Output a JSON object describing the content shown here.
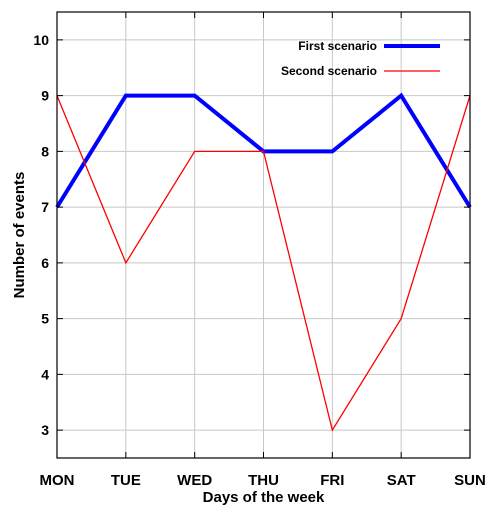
{
  "chart_data": {
    "type": "line",
    "categories": [
      "MON",
      "TUE",
      "WED",
      "THU",
      "FRI",
      "SAT",
      "SUN"
    ],
    "series": [
      {
        "name": "First scenario",
        "values": [
          7,
          9,
          9,
          8,
          8,
          9,
          7
        ],
        "color": "#0000ff"
      },
      {
        "name": "Second scenario",
        "values": [
          9,
          6,
          8,
          8,
          3,
          5,
          9
        ],
        "color": "#ff0000"
      }
    ],
    "xlabel": "Days of the week",
    "ylabel": "Number of events",
    "ylim": [
      2.5,
      10.5
    ],
    "yticks": [
      3,
      4,
      5,
      6,
      7,
      8,
      9,
      10
    ],
    "grid": true,
    "legend_position": "top-right"
  }
}
